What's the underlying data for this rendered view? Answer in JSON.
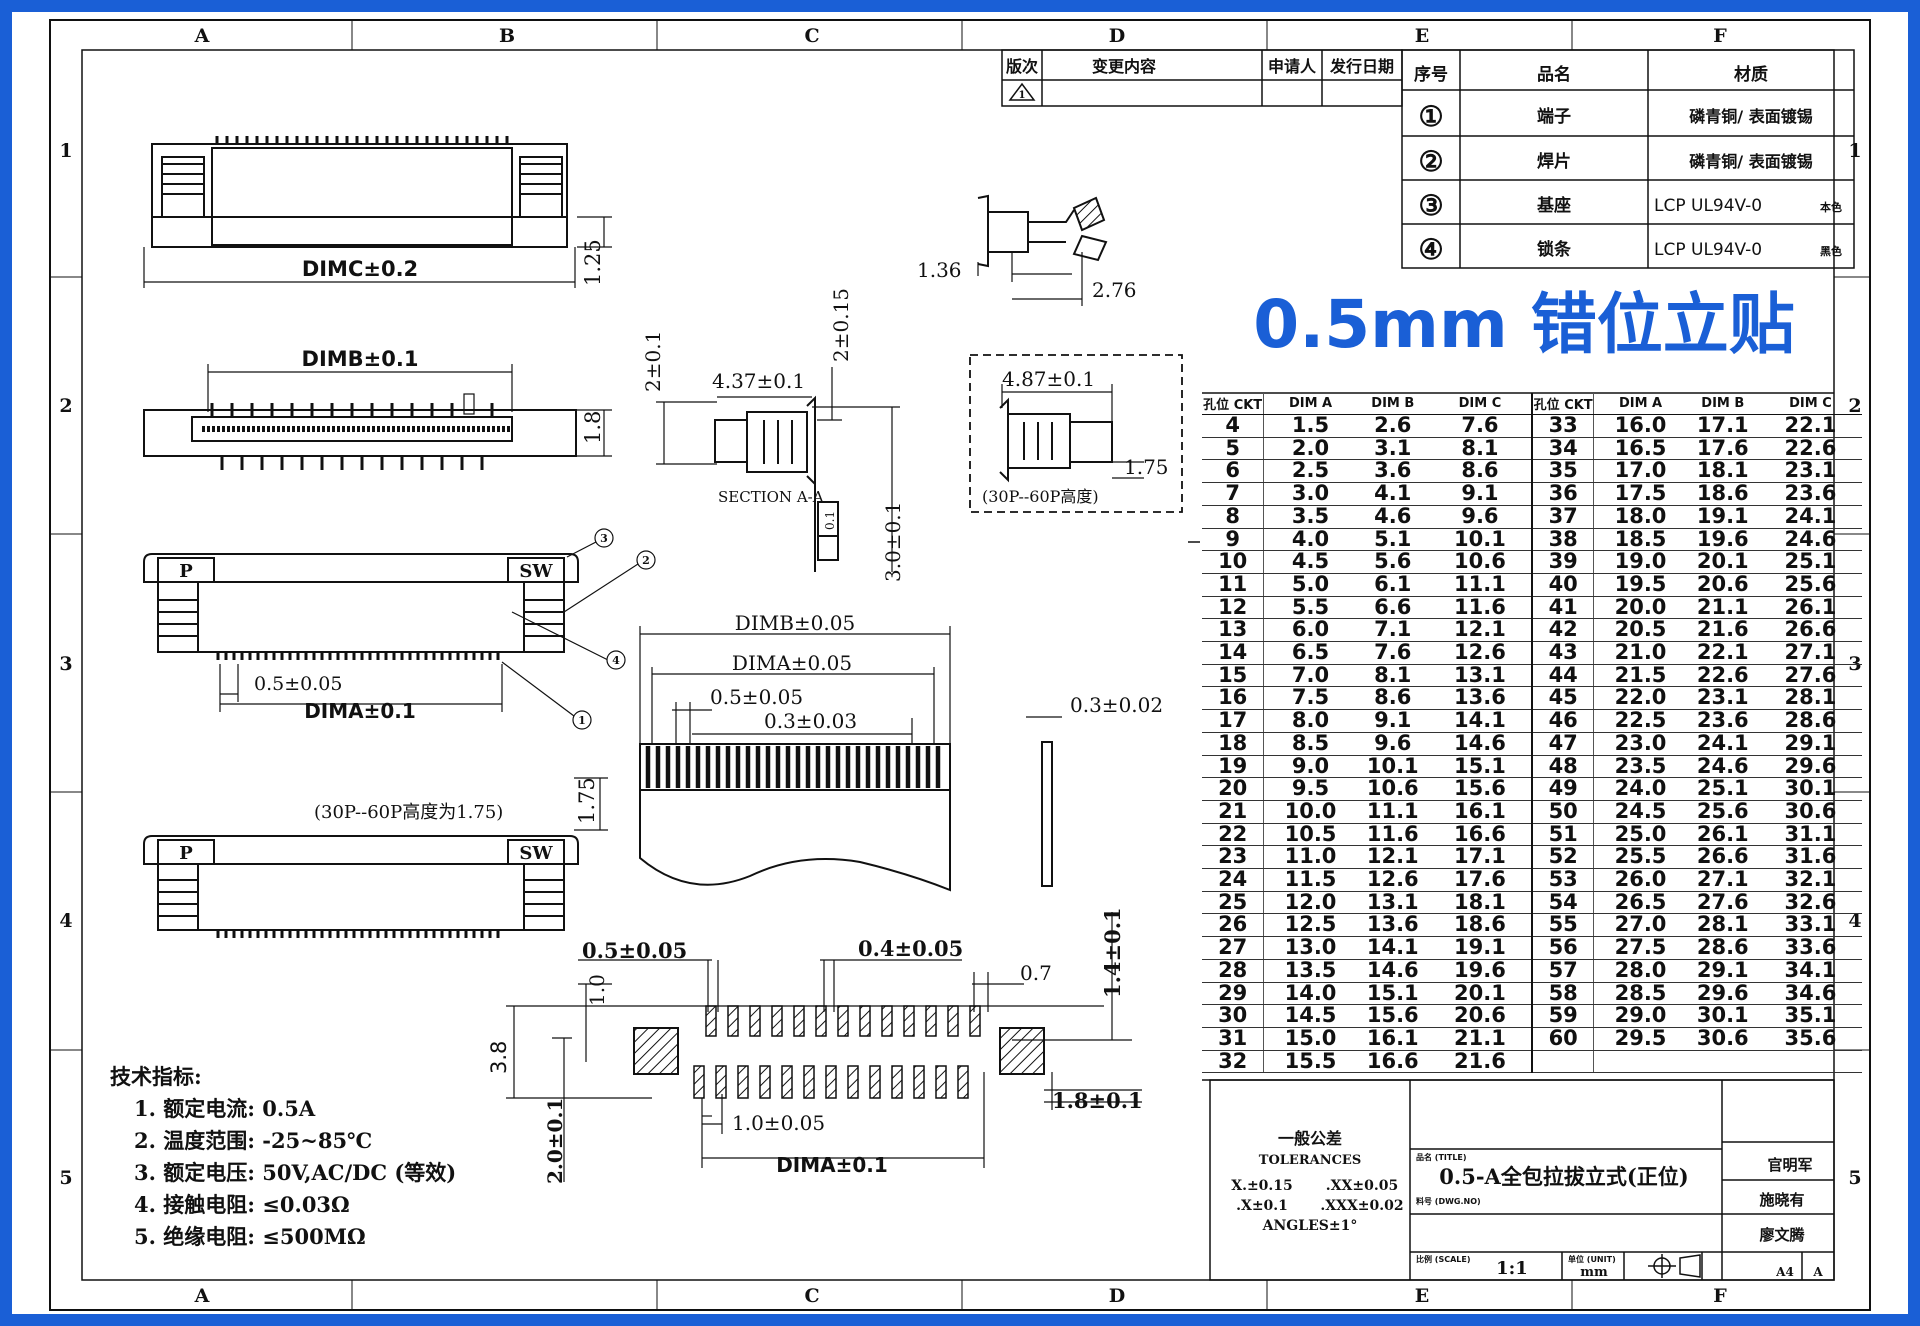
{
  "grid": {
    "columns": [
      "A",
      "B",
      "C",
      "D",
      "E",
      "F"
    ],
    "bottom_columns": [
      "A",
      "",
      "C",
      "D",
      "E",
      "F"
    ],
    "rows": [
      "1",
      "2",
      "3",
      "4",
      "5"
    ]
  },
  "banner": "0.5mm 错位立贴",
  "revision": {
    "headers": [
      "版次",
      "变更内容",
      "申请人",
      "发行日期"
    ],
    "symbol": "1"
  },
  "materials": {
    "headers": [
      "序号",
      "品名",
      "材质"
    ],
    "rows": [
      {
        "no": "①",
        "name": "端子",
        "material": "磷青铜/ 表面镀锡"
      },
      {
        "no": "②",
        "name": "焊片",
        "material": "磷青铜/ 表面镀锡"
      },
      {
        "no": "③",
        "name": "基座",
        "material": "LCP UL94V-0",
        "color": "本色"
      },
      {
        "no": "④",
        "name": "锁条",
        "material": "LCP UL94V-0",
        "color": "黑色"
      }
    ]
  },
  "dims": {
    "dimc": "DIMC±0.2",
    "h125": "1.25",
    "dimb01": "DIMB±0.1",
    "h18": "1.8",
    "p_label": "P",
    "sw_label": "SW",
    "pitch_005": "0.5±0.05",
    "dima01": "DIMA±0.1",
    "h175_note": "(30P--60P高度为1.75)",
    "h175": "1.75",
    "side_136": "1.36",
    "side_276": "2.76",
    "sec_2_01": "2±0.1",
    "sec_2_015": "2±0.15",
    "sec_437": "4.37±0.1",
    "section_label": "SECTION A-A",
    "sec_30": "3.0±0.1",
    "flat_01": "0.1",
    "sec_487": "4.87±0.1",
    "sec_175": "1.75",
    "sec_note": "(30P--60P高度)",
    "fpc_dimb": "DIMB±0.05",
    "fpc_dima": "DIMA±0.05",
    "fpc_pitch": "0.5±0.05",
    "fpc_finger": "0.3±0.03",
    "fpc_thick": "0.3±0.02",
    "pad_05": "0.5±0.05",
    "pad_04": "0.4±0.05",
    "pad_07": "0.7",
    "pad_10": "1.0",
    "pad_14": "1.4±0.1",
    "pad_38": "3.8",
    "pad_20": "2.0±0.1",
    "pad_100": "1.0±0.05",
    "pad_18": "1.8±0.1",
    "pad_dima": "DIMA±0.1",
    "balloon_1": "1",
    "balloon_2": "2",
    "balloon_3": "3",
    "balloon_4": "4"
  },
  "specs": {
    "title": "技术指标:",
    "items": [
      "1. 额定电流: 0.5A",
      "2. 温度范围: -25~85℃",
      "3. 额定电压: 50V,AC/DC (等效)",
      "4. 接触电阻: ≤0.03Ω",
      "5. 绝缘电阻: ≤500MΩ"
    ]
  },
  "ckt_table": {
    "headers": [
      "孔位 CKT",
      "DIM A",
      "DIM B",
      "DIM C"
    ],
    "left": [
      [
        "4",
        "1.5",
        "2.6",
        "7.6"
      ],
      [
        "5",
        "2.0",
        "3.1",
        "8.1"
      ],
      [
        "6",
        "2.5",
        "3.6",
        "8.6"
      ],
      [
        "7",
        "3.0",
        "4.1",
        "9.1"
      ],
      [
        "8",
        "3.5",
        "4.6",
        "9.6"
      ],
      [
        "9",
        "4.0",
        "5.1",
        "10.1"
      ],
      [
        "10",
        "4.5",
        "5.6",
        "10.6"
      ],
      [
        "11",
        "5.0",
        "6.1",
        "11.1"
      ],
      [
        "12",
        "5.5",
        "6.6",
        "11.6"
      ],
      [
        "13",
        "6.0",
        "7.1",
        "12.1"
      ],
      [
        "14",
        "6.5",
        "7.6",
        "12.6"
      ],
      [
        "15",
        "7.0",
        "8.1",
        "13.1"
      ],
      [
        "16",
        "7.5",
        "8.6",
        "13.6"
      ],
      [
        "17",
        "8.0",
        "9.1",
        "14.1"
      ],
      [
        "18",
        "8.5",
        "9.6",
        "14.6"
      ],
      [
        "19",
        "9.0",
        "10.1",
        "15.1"
      ],
      [
        "20",
        "9.5",
        "10.6",
        "15.6"
      ],
      [
        "21",
        "10.0",
        "11.1",
        "16.1"
      ],
      [
        "22",
        "10.5",
        "11.6",
        "16.6"
      ],
      [
        "23",
        "11.0",
        "12.1",
        "17.1"
      ],
      [
        "24",
        "11.5",
        "12.6",
        "17.6"
      ],
      [
        "25",
        "12.0",
        "13.1",
        "18.1"
      ],
      [
        "26",
        "12.5",
        "13.6",
        "18.6"
      ],
      [
        "27",
        "13.0",
        "14.1",
        "19.1"
      ],
      [
        "28",
        "13.5",
        "14.6",
        "19.6"
      ],
      [
        "29",
        "14.0",
        "15.1",
        "20.1"
      ],
      [
        "30",
        "14.5",
        "15.6",
        "20.6"
      ],
      [
        "31",
        "15.0",
        "16.1",
        "21.1"
      ],
      [
        "32",
        "15.5",
        "16.6",
        "21.6"
      ]
    ],
    "right": [
      [
        "33",
        "16.0",
        "17.1",
        "22.1"
      ],
      [
        "34",
        "16.5",
        "17.6",
        "22.6"
      ],
      [
        "35",
        "17.0",
        "18.1",
        "23.1"
      ],
      [
        "36",
        "17.5",
        "18.6",
        "23.6"
      ],
      [
        "37",
        "18.0",
        "19.1",
        "24.1"
      ],
      [
        "38",
        "18.5",
        "19.6",
        "24.6"
      ],
      [
        "39",
        "19.0",
        "20.1",
        "25.1"
      ],
      [
        "40",
        "19.5",
        "20.6",
        "25.6"
      ],
      [
        "41",
        "20.0",
        "21.1",
        "26.1"
      ],
      [
        "42",
        "20.5",
        "21.6",
        "26.6"
      ],
      [
        "43",
        "21.0",
        "22.1",
        "27.1"
      ],
      [
        "44",
        "21.5",
        "22.6",
        "27.6"
      ],
      [
        "45",
        "22.0",
        "23.1",
        "28.1"
      ],
      [
        "46",
        "22.5",
        "23.6",
        "28.6"
      ],
      [
        "47",
        "23.0",
        "24.1",
        "29.1"
      ],
      [
        "48",
        "23.5",
        "24.6",
        "29.6"
      ],
      [
        "49",
        "24.0",
        "25.1",
        "30.1"
      ],
      [
        "50",
        "24.5",
        "25.6",
        "30.6"
      ],
      [
        "51",
        "25.0",
        "26.1",
        "31.1"
      ],
      [
        "52",
        "25.5",
        "26.6",
        "31.6"
      ],
      [
        "53",
        "26.0",
        "27.1",
        "32.1"
      ],
      [
        "54",
        "26.5",
        "27.6",
        "32.6"
      ],
      [
        "55",
        "27.0",
        "28.1",
        "33.1"
      ],
      [
        "56",
        "27.5",
        "28.6",
        "33.6"
      ],
      [
        "57",
        "28.0",
        "29.1",
        "34.1"
      ],
      [
        "58",
        "28.5",
        "29.6",
        "34.6"
      ],
      [
        "59",
        "29.0",
        "30.1",
        "35.1"
      ],
      [
        "60",
        "29.5",
        "30.6",
        "35.6"
      ]
    ]
  },
  "title_block": {
    "tol_title": "一般公差",
    "tol_sub": "TOLERANCES",
    "tol_1": "X.±0.15",
    "tol_2": ".XX±0.05",
    "tol_3": ".X±0.1",
    "tol_4": ".XXX±0.02",
    "tol_5": "ANGLES±1°",
    "name_label": "品名 (TITLE)",
    "name_value": "0.5-A全包拉拔立式(正位)",
    "dwg_label": "料号 (DWG.NO)",
    "scale_label": "比例 (SCALE)",
    "scale_value": "1:1",
    "unit_label": "单位 (UNIT)",
    "unit_value": "mm",
    "sign_1": "官明军",
    "sign_2": "施晓有",
    "sign_3": "廖文腾",
    "size_value": "A4",
    "sheet_value": "A"
  }
}
